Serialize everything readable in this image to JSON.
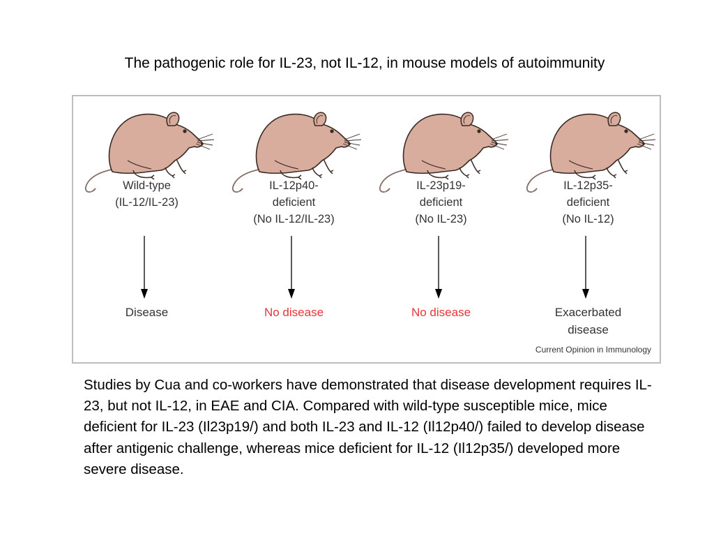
{
  "slide": {
    "title": "The pathogenic role for IL-23, not IL-12, in mouse models of autoimmunity",
    "caption": "Studies by Cua and co-workers have demonstrated that disease development requires IL-23, but not IL-12, in EAE and CIA. Compared with wild-type susceptible mice, mice deficient for IL-23 (Il23p19/) and both IL-23 and IL-12 (Il12p40/) failed to develop disease after antigenic challenge, whereas mice deficient for IL-12 (Il12p35/) developed more severe disease."
  },
  "figure": {
    "credit": "Current Opinion in Immunology",
    "colors": {
      "rat_fill": "#d8ad9e",
      "rat_stroke": "#3a2a25",
      "outcome_red": "#e8353a",
      "frame_border": "#bdbdbd"
    },
    "panels": [
      {
        "mouse_label": "Wild-type\n(IL-12/IL-23)",
        "outcome": "Disease",
        "outcome_color": "normal"
      },
      {
        "mouse_label": "IL-12p40-\ndeficient\n(No IL-12/IL-23)",
        "outcome": "No disease",
        "outcome_color": "red"
      },
      {
        "mouse_label": "IL-23p19-\ndeficient\n(No IL-23)",
        "outcome": "No disease",
        "outcome_color": "red"
      },
      {
        "mouse_label": "IL-12p35-\ndeficient\n(No IL-12)",
        "outcome": "Exacerbated\ndisease",
        "outcome_color": "normal"
      }
    ]
  }
}
